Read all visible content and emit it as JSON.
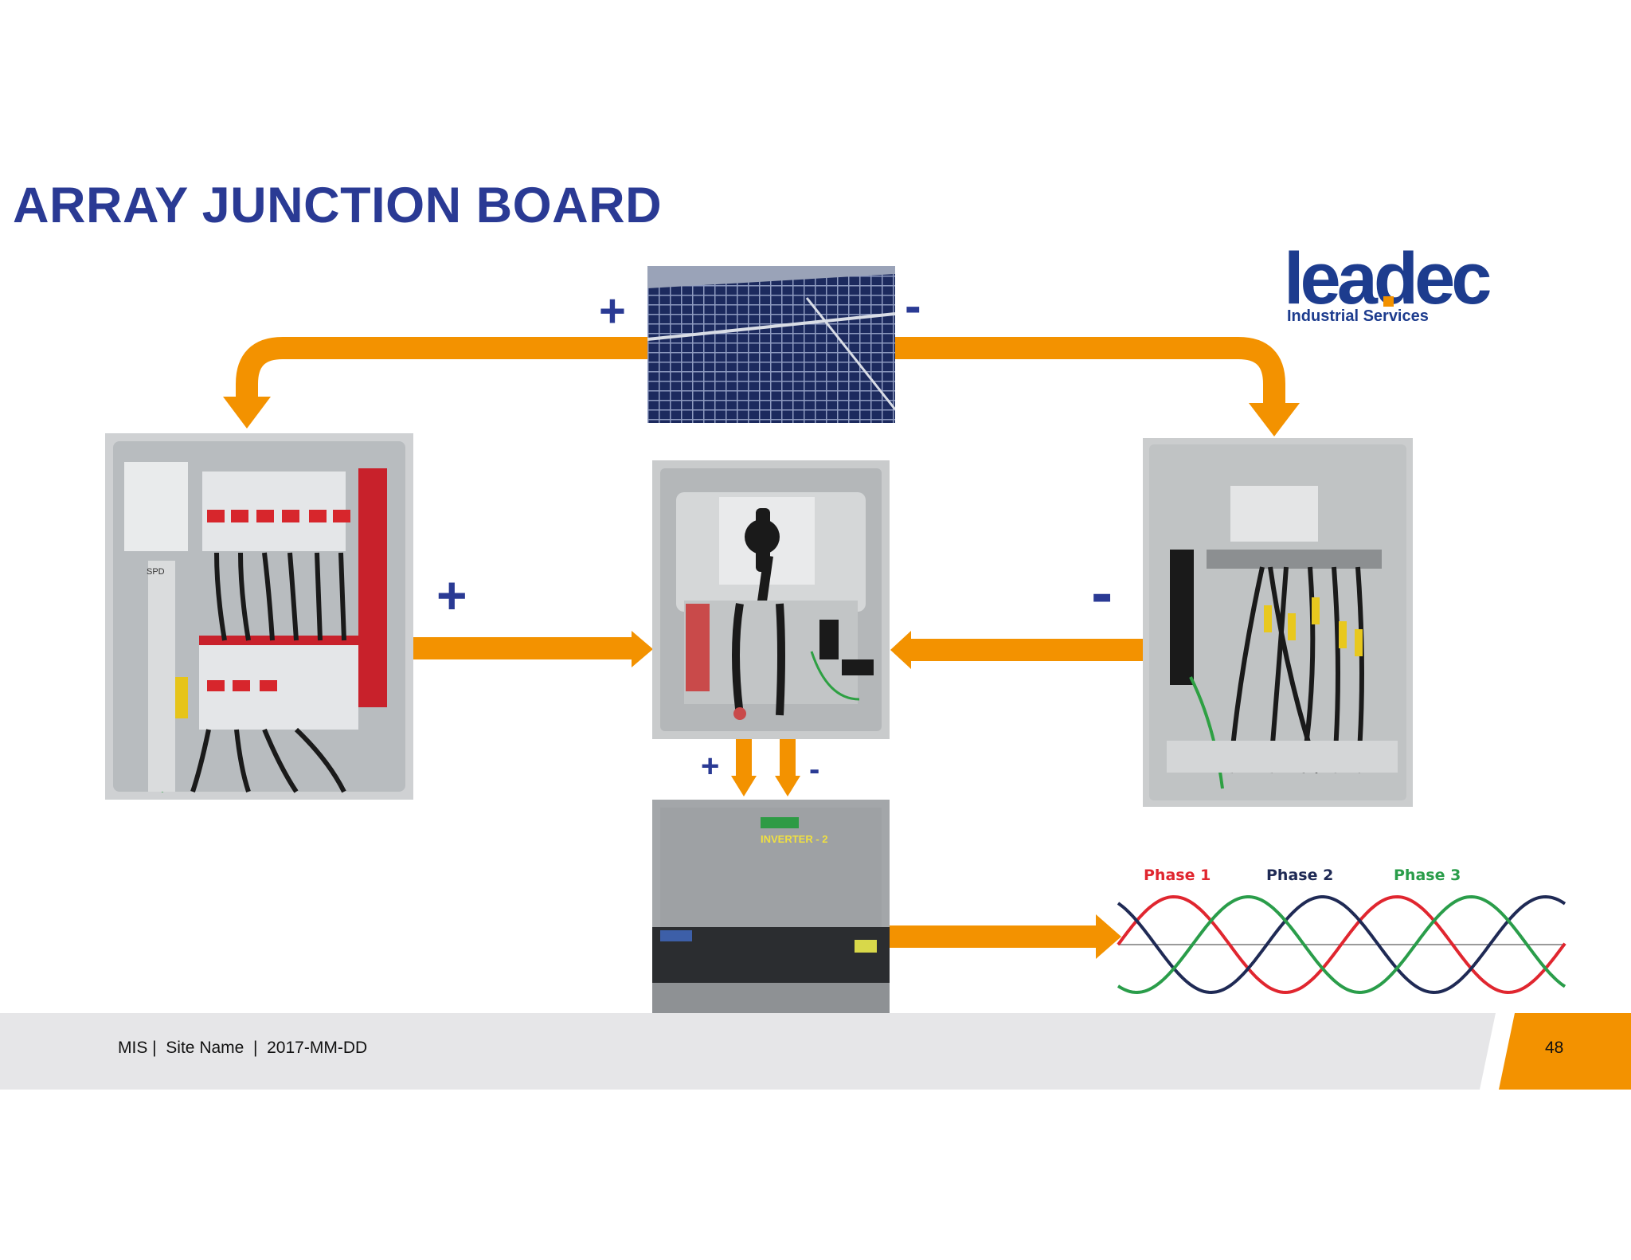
{
  "slide": {
    "title": "ARRAY JUNCTION BOARD",
    "signs": {
      "panel_positive": "+",
      "panel_negative": "-",
      "left_positive": "+",
      "right_negative": "-",
      "inverter_positive": "+",
      "inverter_negative": "-"
    },
    "phases": [
      {
        "label": "Phase 1",
        "color": "#e0262f"
      },
      {
        "label": "Phase 2",
        "color": "#1f2a55"
      },
      {
        "label": "Phase 3",
        "color": "#2a9d4a"
      }
    ],
    "logo": {
      "word": "leadec",
      "subtitle": "Industrial Services"
    },
    "photos": {
      "spd_label": "SPD",
      "inverter_label": "INVERTER - 2"
    },
    "footer": {
      "text": "MIS |  Site Name  |  2017-MM-DD",
      "page": "48"
    },
    "colors": {
      "title": "#2a3a94",
      "arrow": "#f39200",
      "footer_band": "#e6e6e8",
      "brand": "#1d3c8e"
    }
  }
}
